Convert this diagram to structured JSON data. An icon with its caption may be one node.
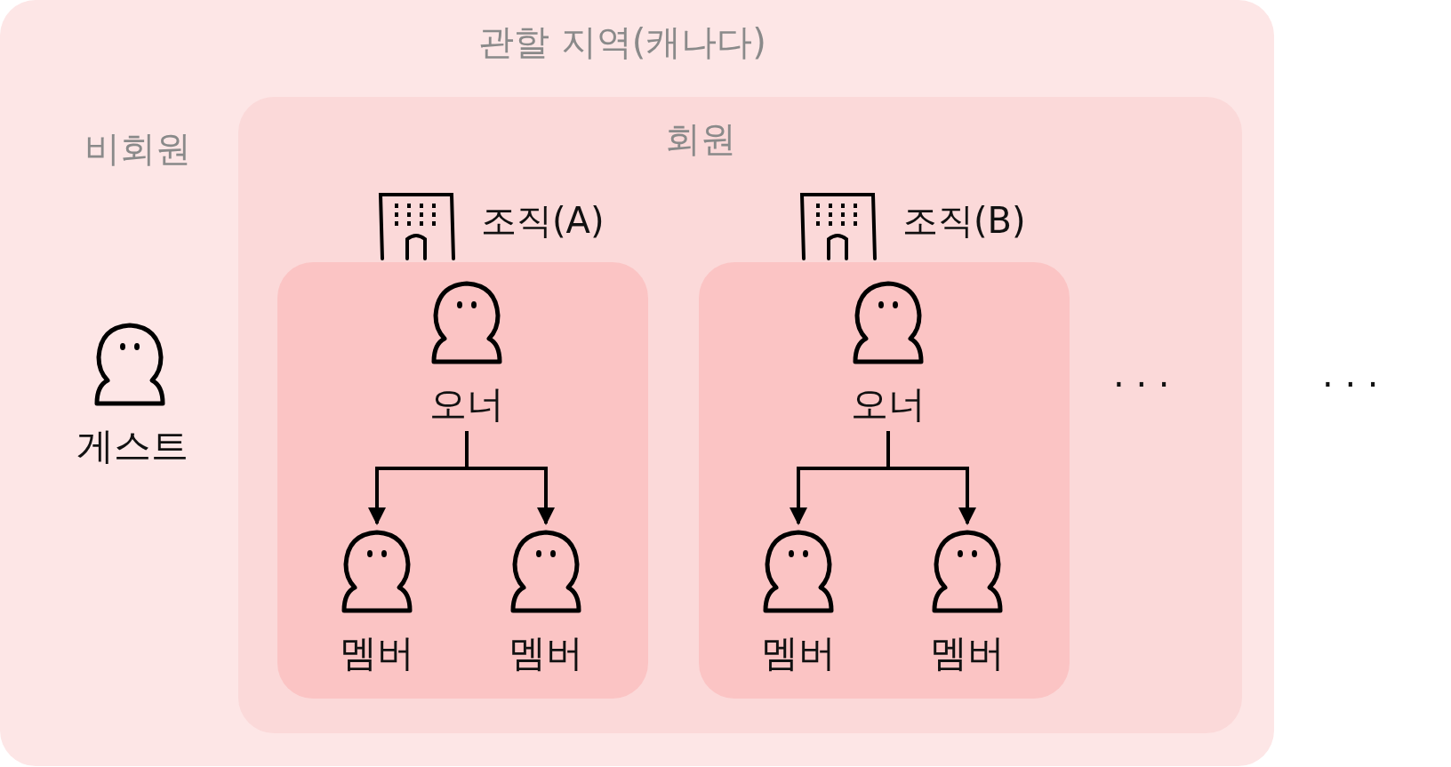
{
  "diagram": {
    "nodes": [
      {
        "text": [
          "관할 지역(캐나다)"
        ]
      },
      {
        "text": [
          "게스트"
        ],
        "in": 0
      },
      {
        "text": [
          "회원"
        ],
        "in": 0
      },
      {
        "text": [
          "조직(A)"
        ],
        "in": 2
      },
      {
        "text": [
          "오너"
        ],
        "in": 3
      },
      {
        "text": [
          "멤버"
        ],
        "in": 3
      },
      {
        "text": [
          "멤버"
        ],
        "in": 3
      },
      {
        "text": [
          "조직(B)"
        ],
        "in": 2
      },
      {
        "text": [
          "오너"
        ],
        "in": 7
      },
      {
        "text": [
          "멤버"
        ],
        "in": 7
      },
      {
        "text": [
          "멤버"
        ],
        "in": 7
      }
    ],
    "edges": [
      {
        "from": 4,
        "to": 5,
        "arrow": "to"
      },
      {
        "from": 4,
        "to": 6,
        "arrow": "to"
      },
      {
        "from": 8,
        "to": 9,
        "arrow": "to"
      },
      {
        "from": 8,
        "to": 10,
        "arrow": "to"
      }
    ],
    "labels": [
      "비회원",
      "· · ·",
      "· · ·"
    ]
  }
}
